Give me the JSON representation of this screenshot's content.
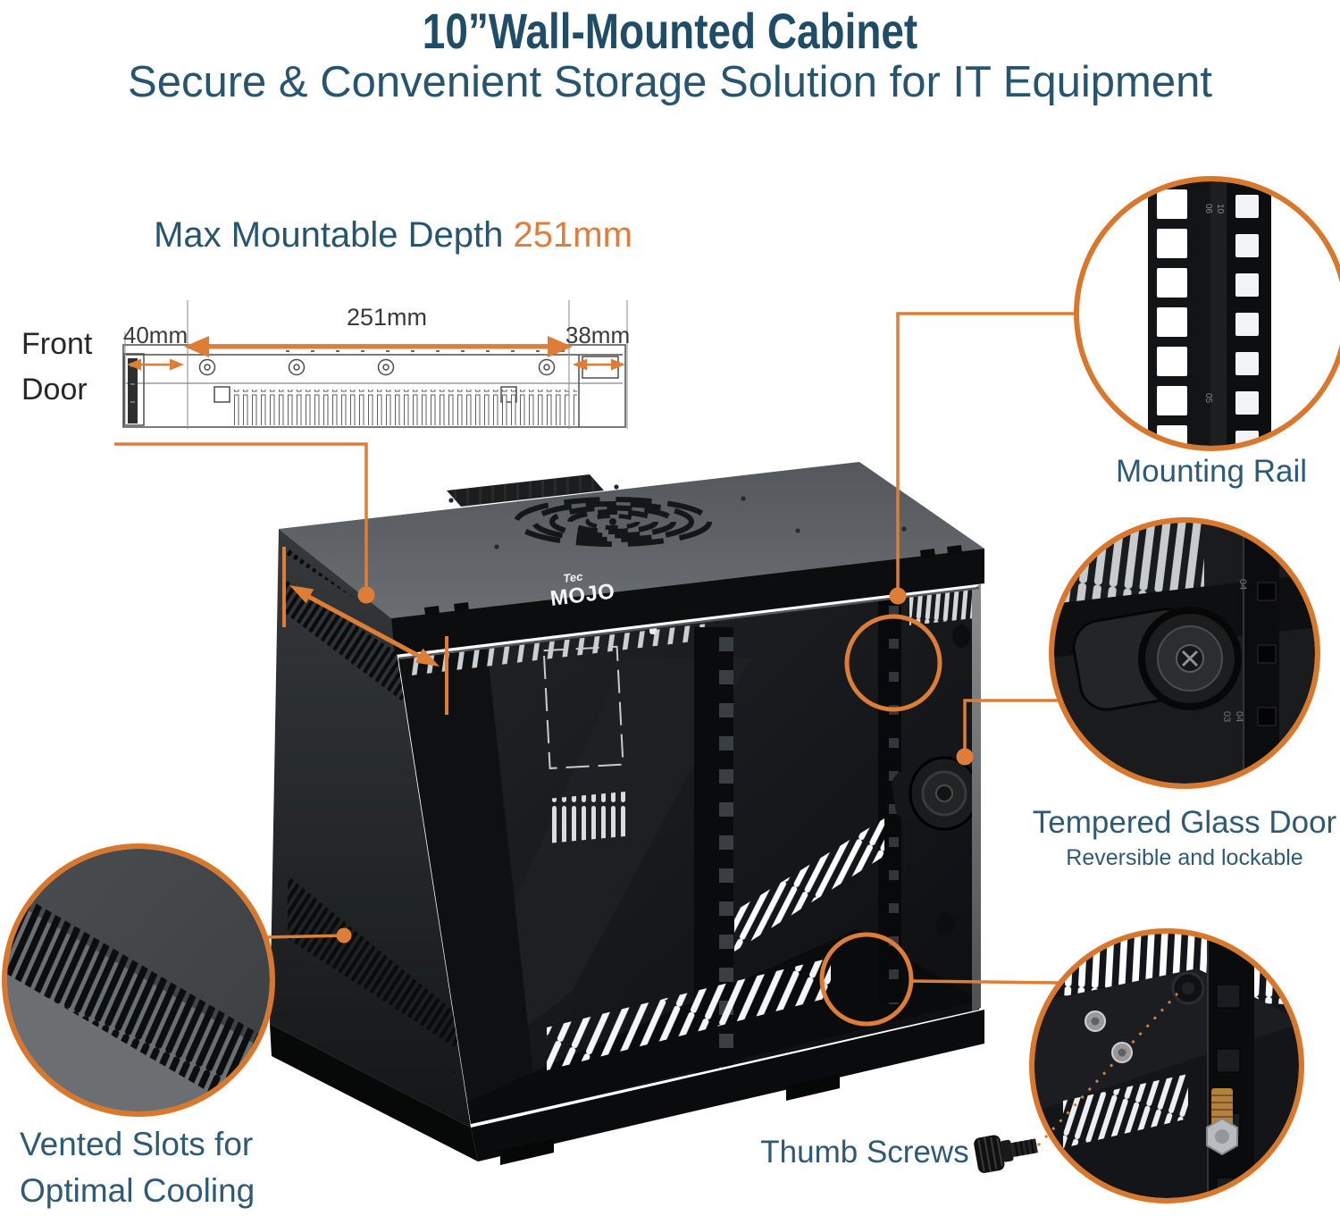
{
  "header": {
    "title": "10”Wall-Mounted Cabinet",
    "subtitle": "Secure & Convenient Storage Solution for IT Equipment"
  },
  "measurement": {
    "heading_prefix": "Max Mountable Depth ",
    "heading_value": "251mm",
    "front_door": {
      "line1": "Front",
      "line2": "Door"
    },
    "dims": {
      "left": "40mm",
      "center": "251mm",
      "right": "38mm"
    }
  },
  "cabinet": {
    "brand": {
      "line1": "Tec",
      "line2": "MOJO"
    },
    "rail_markings": {
      "m1": "06",
      "m2": "10",
      "m3": "05",
      "m4": "04",
      "m5": "03",
      "m6": "04"
    }
  },
  "callouts": {
    "mounting_rail": {
      "label": "Mounting Rail"
    },
    "tempered_glass_door": {
      "label": "Tempered Glass Door",
      "sublabel": "Reversible and lockable"
    },
    "vented_slots": {
      "line1": "Vented Slots for",
      "line2": "Optimal Cooling"
    },
    "thumb_screws": {
      "label": "Thumb Screws"
    }
  },
  "colors": {
    "accent": "#de7e36",
    "heading": "#1f4c66",
    "label": "#2e5a74"
  }
}
